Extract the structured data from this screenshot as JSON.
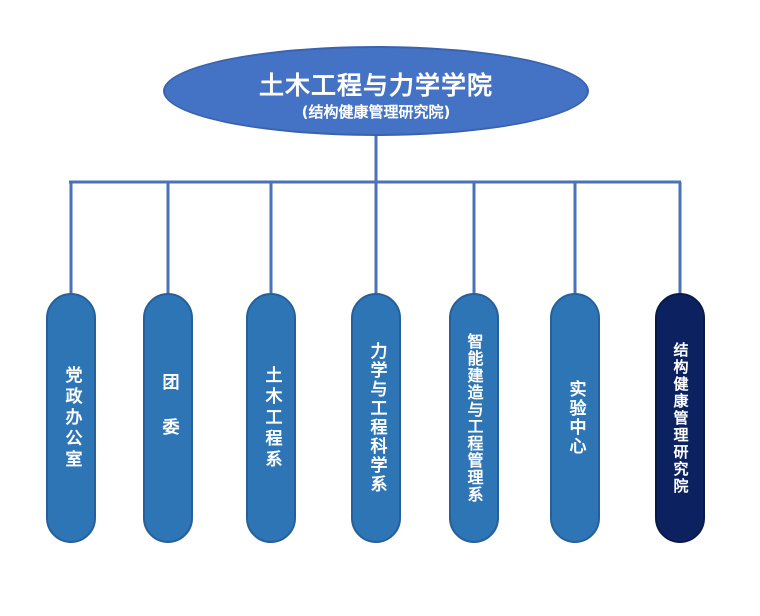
{
  "root": {
    "title": "土木工程与力学学院",
    "subtitle": "(结构健康管理研究院)"
  },
  "departments": [
    {
      "label": "党政办公室"
    },
    {
      "label": "团委"
    },
    {
      "label": "土木工程系"
    },
    {
      "label": "力学与工程科学系"
    },
    {
      "label": "智能建造与工程管理系"
    },
    {
      "label": "实验中心"
    },
    {
      "label": "结构健康管理研究院"
    }
  ],
  "colors": {
    "root_fill": "#4472c4",
    "node_fill": "#2e75b6",
    "highlight_fill": "#0c2260",
    "connector": "#4a72b8"
  }
}
